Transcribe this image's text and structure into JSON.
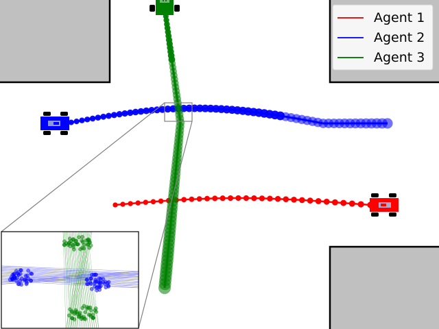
{
  "legend": {
    "entries": [
      {
        "label": "Agent 1",
        "color": "#e41a1a"
      },
      {
        "label": "Agent 2",
        "color": "#1a1aff"
      },
      {
        "label": "Agent 3",
        "color": "#128012"
      }
    ]
  },
  "colors": {
    "obstacle_fill": "#c0c0c0",
    "obstacle_stroke": "#000000",
    "agent1": "#ff0000",
    "agent2": "#0000ff",
    "agent3": "#008000",
    "car_window": "#9aa6c8",
    "wheel": "#000000",
    "zoom_box": "#808080"
  },
  "icons": {
    "agent1_vehicle": "car-icon",
    "agent2_vehicle": "car-icon",
    "agent3_vehicle": "car-icon"
  }
}
